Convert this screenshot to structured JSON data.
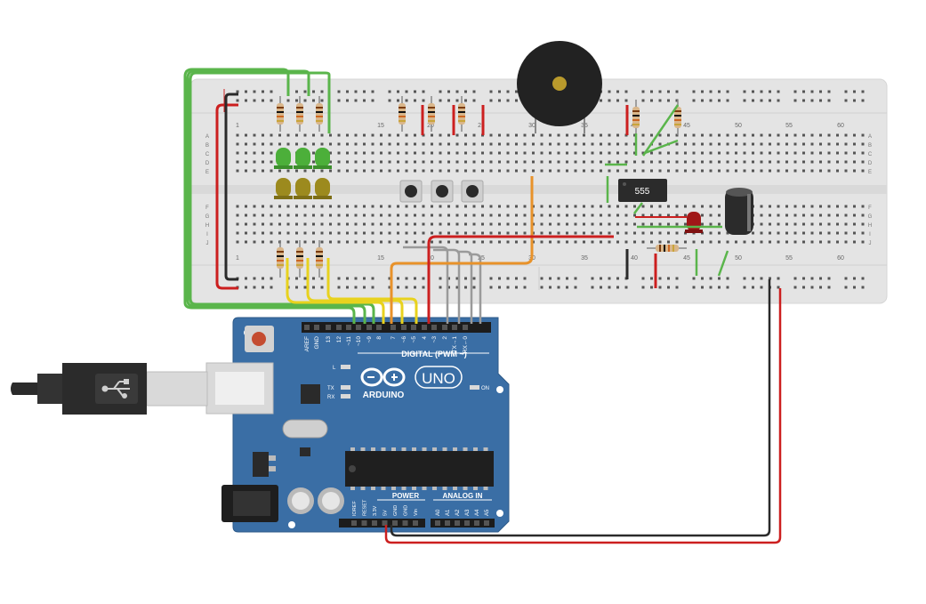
{
  "breadboard": {
    "col_numbers_top": [
      "1",
      "15",
      "20",
      "25",
      "30",
      "35",
      "40",
      "45",
      "50",
      "55",
      "60"
    ],
    "col_numbers_bottom": [
      "1",
      "15",
      "20",
      "25",
      "30",
      "35",
      "40",
      "45",
      "50",
      "55",
      "60"
    ],
    "row_letters_top": [
      "A",
      "B",
      "C",
      "D",
      "E"
    ],
    "row_letters_bottom": [
      "F",
      "G",
      "H",
      "I",
      "J"
    ]
  },
  "chip": {
    "label": "555"
  },
  "arduino": {
    "brand": "ARDUINO",
    "model": "UNO",
    "digital_header": "DIGITAL (PWM ~)",
    "digital_pins": [
      "AREF",
      "GND",
      "13",
      "12",
      "~11",
      "~10",
      "~9",
      "8",
      "7",
      "~6",
      "~5",
      "4",
      "~3",
      "2",
      "TX→1",
      "RX←0"
    ],
    "led_labels": {
      "l": "L",
      "tx": "TX",
      "rx": "RX",
      "on": "ON"
    },
    "power_header": "POWER",
    "power_pins": [
      "IOREF",
      "RESET",
      "3.3V",
      "5V",
      "GND",
      "GND",
      "Vin"
    ],
    "analog_header": "ANALOG IN",
    "analog_pins": [
      "A0",
      "A1",
      "A2",
      "A3",
      "A4",
      "A5"
    ]
  },
  "colors": {
    "board_blue": "#3a6ea5",
    "breadboard": "#e4e4e4",
    "wire_green": "#5ab54b",
    "wire_yellow": "#e8d21e",
    "wire_red": "#cc1f1f",
    "wire_black": "#2a2a2a",
    "wire_orange": "#e8922a",
    "wire_gray": "#9a9a9a"
  }
}
